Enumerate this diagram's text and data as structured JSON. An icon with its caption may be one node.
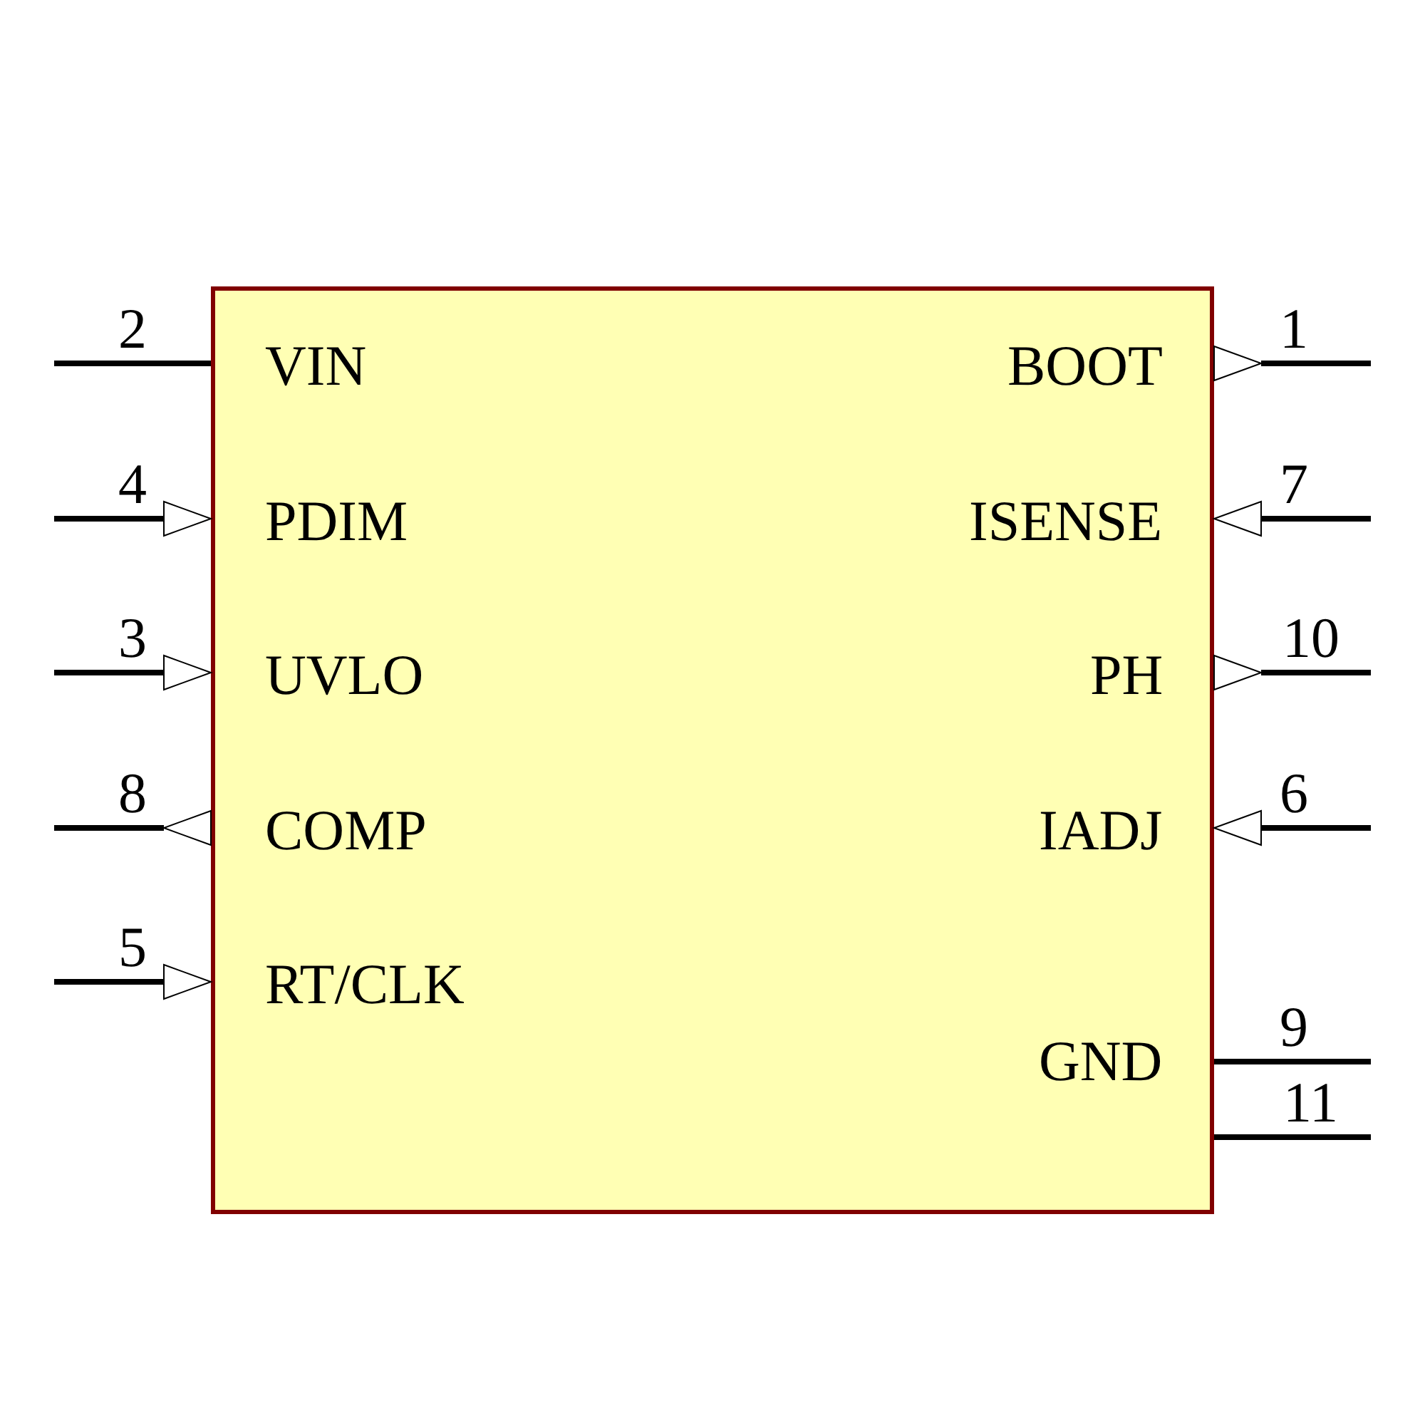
{
  "diagram": {
    "nodes": [
      {
        "text": [],
        "shape": "box"
      }
    ],
    "edges": [],
    "labels": [
      "2",
      "1",
      "VIN",
      "BOOT",
      "4",
      "7",
      "PDIM",
      "ISENSE",
      "3",
      "10",
      "UVLO",
      "PH",
      "8",
      "6",
      "COMP",
      "IADJ",
      "5",
      "RT/CLK",
      "9",
      "GND",
      "11"
    ]
  }
}
